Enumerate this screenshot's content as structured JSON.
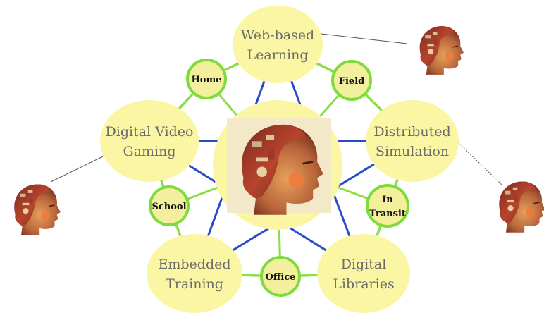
{
  "diagram": {
    "nodes": [
      {
        "id": "web",
        "lines": [
          "Web-based",
          "Learning"
        ]
      },
      {
        "id": "sim",
        "lines": [
          "Distributed",
          "Simulation"
        ]
      },
      {
        "id": "lib",
        "lines": [
          "Digital",
          "Libraries"
        ]
      },
      {
        "id": "emb",
        "lines": [
          "Embedded",
          "Training"
        ]
      },
      {
        "id": "game",
        "lines": [
          "Digital Video",
          "Gaming"
        ]
      }
    ],
    "contexts": [
      {
        "id": "home",
        "lines": [
          "Home"
        ]
      },
      {
        "id": "field",
        "lines": [
          "Field"
        ]
      },
      {
        "id": "transit",
        "lines": [
          "In",
          "Transit"
        ]
      },
      {
        "id": "office",
        "lines": [
          "Office"
        ]
      },
      {
        "id": "school",
        "lines": [
          "School"
        ]
      }
    ],
    "colors": {
      "node_fill": "#faf6a4",
      "context_fill": "#f3ef9c",
      "context_ring": "#7ddc3c",
      "ring_line": "#8fdc4a",
      "spoke_line": "#2a4bc8",
      "node_text": "#6b6b6b"
    },
    "icons": [
      "head-icon-center",
      "head-icon-top-right",
      "head-icon-left",
      "head-icon-right"
    ]
  }
}
